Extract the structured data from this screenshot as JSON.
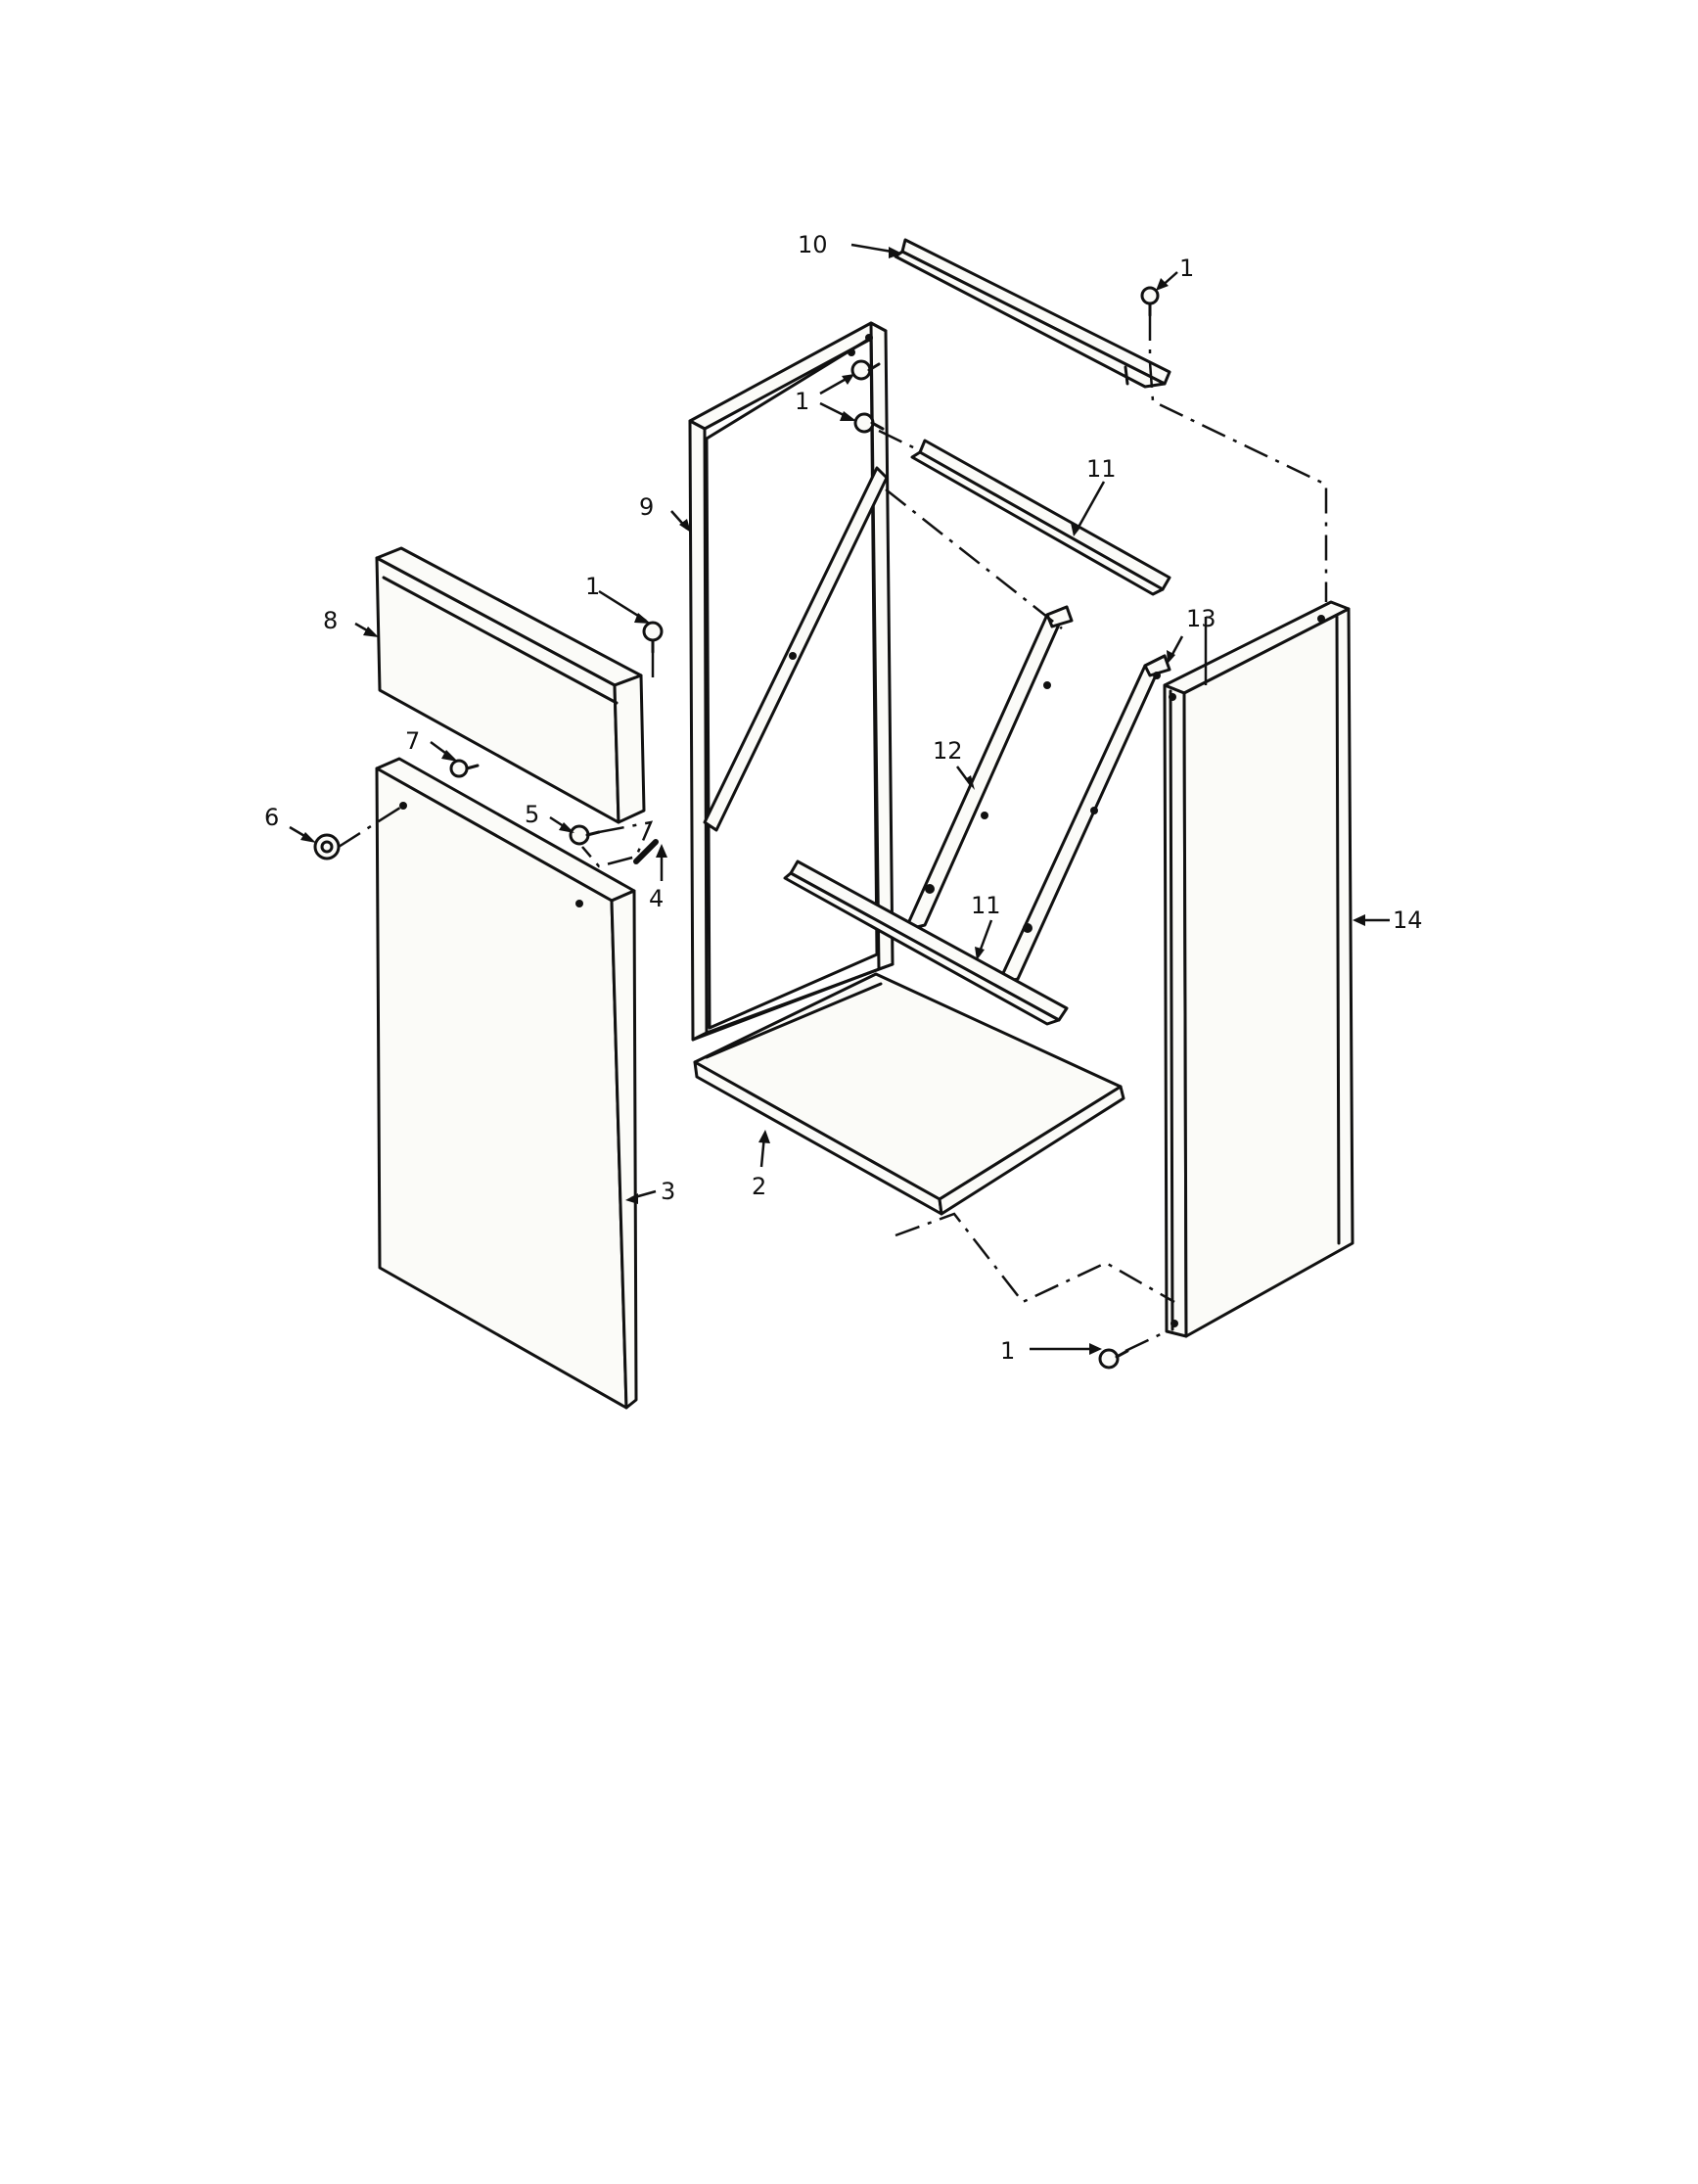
{
  "callouts": {
    "c1_top": "1",
    "c1_pair": "1",
    "c1_left": "1",
    "c1_bottom": "1",
    "c2": "2",
    "c3": "3",
    "c4": "4",
    "c5": "5",
    "c6": "6",
    "c7": "7",
    "c8": "8",
    "c9": "9",
    "c10": "10",
    "c11_top": "11",
    "c11_bottom": "11",
    "c12": "12",
    "c13": "13",
    "c14": "14"
  }
}
